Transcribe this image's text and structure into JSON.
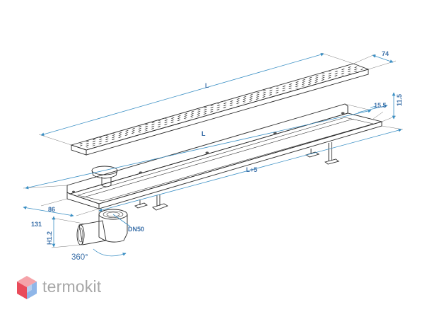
{
  "dimensions": {
    "grate_length": "L",
    "grate_width": "74",
    "channel_length": "L",
    "channel_total": "L+5",
    "flange_width": "15.5",
    "flange_height": "11.5",
    "channel_width": "86",
    "height_outlet": "131",
    "height_h": "H1.2",
    "outlet_diameter": "DN50",
    "rotation": "360°"
  },
  "brand": {
    "name": "termokit",
    "logo_colors": [
      "#e94b5a",
      "#f5a3a9",
      "#8fb6e8",
      "#c9d8f0"
    ],
    "text_color": "#a7a7a7"
  },
  "colors": {
    "dimension": "#3a6fa8",
    "dimension_line": "#3a8fc4",
    "outline": "#2a2a2a"
  }
}
